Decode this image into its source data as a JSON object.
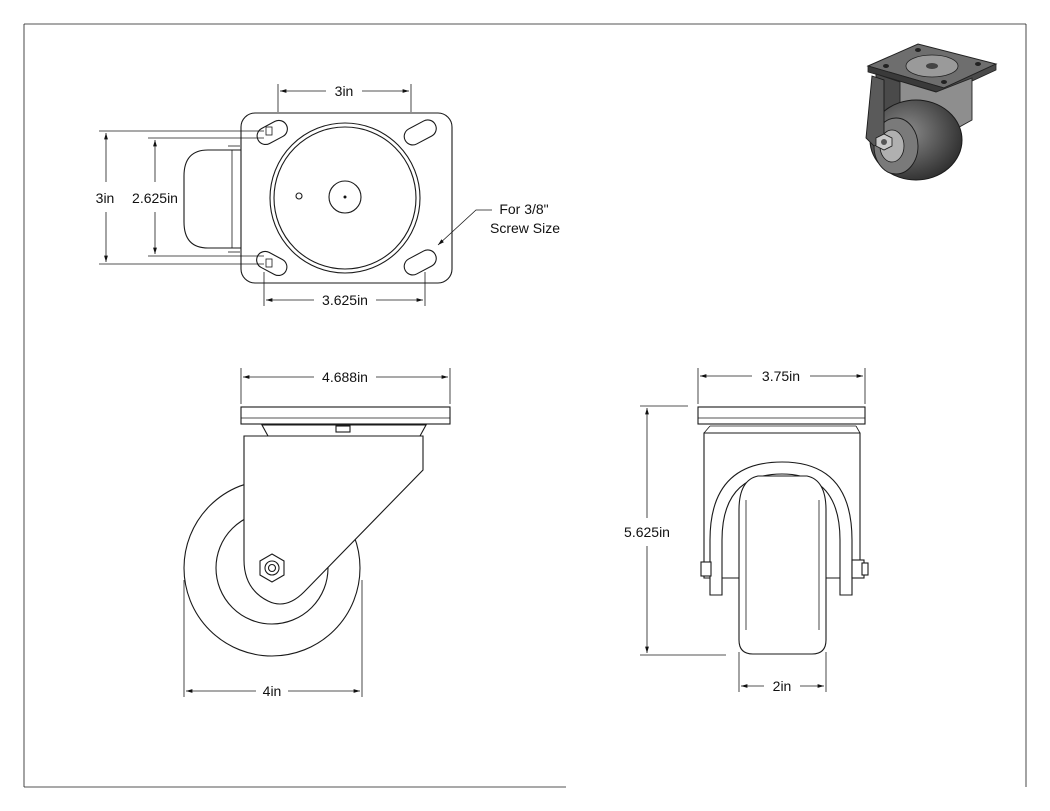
{
  "top_view": {
    "dim_bolt_width": "3in",
    "dim_plate_height": "3in",
    "dim_bolt_height": "2.625in",
    "dim_plate_width": "3.625in",
    "screw_note_line1": "For 3/8\"",
    "screw_note_line2": "Screw Size"
  },
  "side_view": {
    "dim_plate_width": "4.688in",
    "dim_wheel_diameter": "4in"
  },
  "front_view": {
    "dim_plate_width": "3.75in",
    "dim_overall_height": "5.625in",
    "dim_wheel_width": "2in"
  },
  "colors": {
    "line": "#1a1a1a",
    "render_dark": "#3a3a3a",
    "render_mid": "#7a7a7a",
    "render_light": "#c8c8c8"
  }
}
